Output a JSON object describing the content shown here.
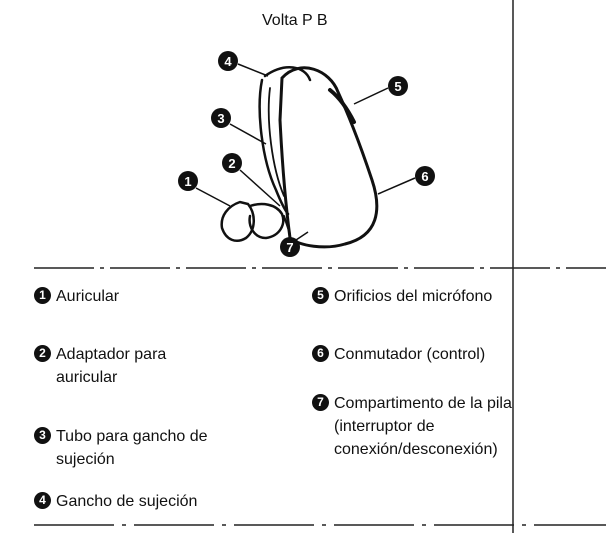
{
  "title": "Volta P B",
  "legend": [
    {
      "num": "1",
      "label": "Auricular"
    },
    {
      "num": "2",
      "label": "Adaptador para auricular"
    },
    {
      "num": "3",
      "label": "Tubo para gancho de sujeción"
    },
    {
      "num": "4",
      "label": "Gancho de sujeción"
    },
    {
      "num": "5",
      "label": "Orificios del micrófono"
    },
    {
      "num": "6",
      "label": "Conmutador (control)"
    },
    {
      "num": "7",
      "label": "Compartimento de la pila (interruptor de conexión/desconexión)"
    }
  ]
}
